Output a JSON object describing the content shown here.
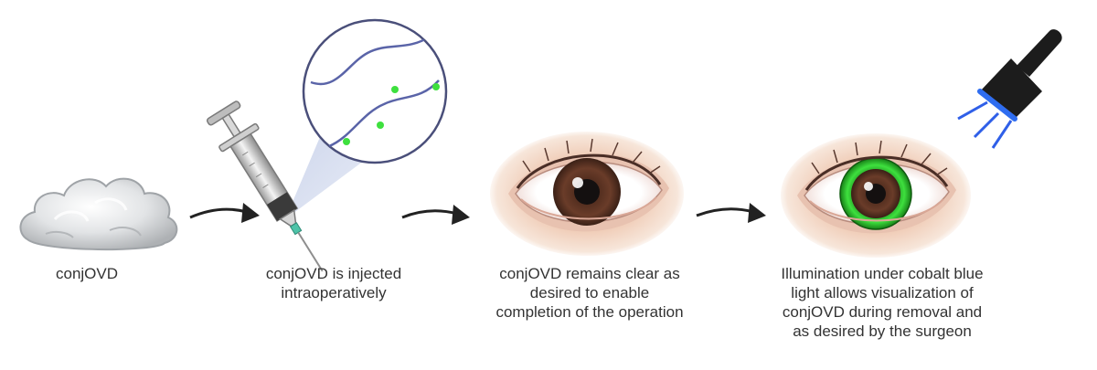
{
  "steps": [
    {
      "id": "conjovd-material",
      "caption_lines": [
        "conjOVD"
      ]
    },
    {
      "id": "injection",
      "caption_lines": [
        "conjOVD is injected",
        "intraoperatively"
      ]
    },
    {
      "id": "clear-eye",
      "caption_lines": [
        "conjOVD remains clear as",
        "desired to enable",
        "completion of the operation"
      ]
    },
    {
      "id": "cobalt-illumination",
      "caption_lines": [
        "Illumination under cobalt blue",
        "light allows visualization of",
        "conjOVD during removal and",
        "as desired by the surgeon"
      ]
    }
  ],
  "colors": {
    "polymer_strand": "#5a64a8",
    "fluorescent_marker": "#3ee03e",
    "iris": "#5a3324",
    "cobalt_light": "#2f5fe8",
    "skin": "#f1d9c9",
    "gel": "#d4d6d8"
  },
  "icons": [
    "cloud-gel-icon",
    "syringe-icon",
    "magnified-polymer-icon",
    "eye-icon",
    "fluorescent-eye-icon",
    "cobalt-blue-flashlight-icon",
    "arrow-right-icon"
  ]
}
